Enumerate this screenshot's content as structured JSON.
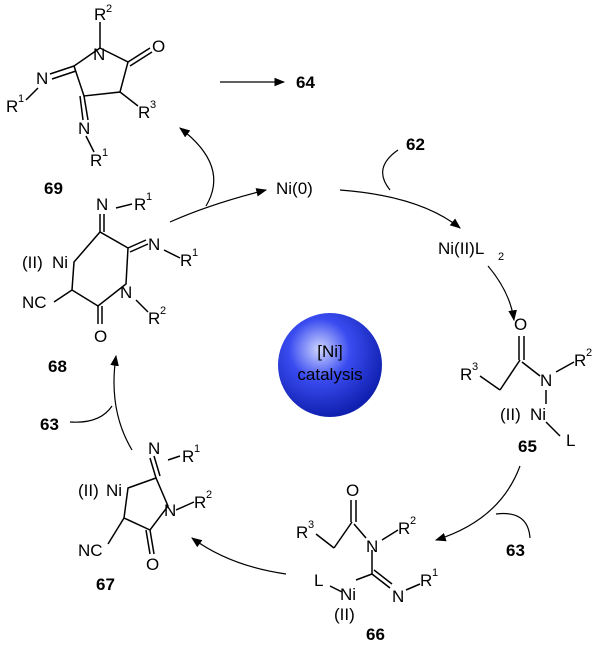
{
  "center": {
    "line1": "[Ni]",
    "line2": "catalysis",
    "sphere_color": "#2233dd"
  },
  "species": {
    "ni0": "Ni(0)",
    "ni2l2": "Ni(II)L",
    "ni2l2_sub": "2",
    "c69": "69",
    "c68": "68",
    "c67": "67",
    "c66": "66",
    "c65": "65",
    "c64": "64",
    "r62": "62",
    "r63a": "63",
    "r63b": "63"
  },
  "atoms": {
    "N": "N",
    "O": "O",
    "R": "R",
    "L": "L",
    "Ni": "Ni",
    "II": "(II)",
    "IIparen": "(II)",
    "NC": "NC",
    "one": "1",
    "two": "2",
    "three": "3",
    "dash": "—"
  }
}
